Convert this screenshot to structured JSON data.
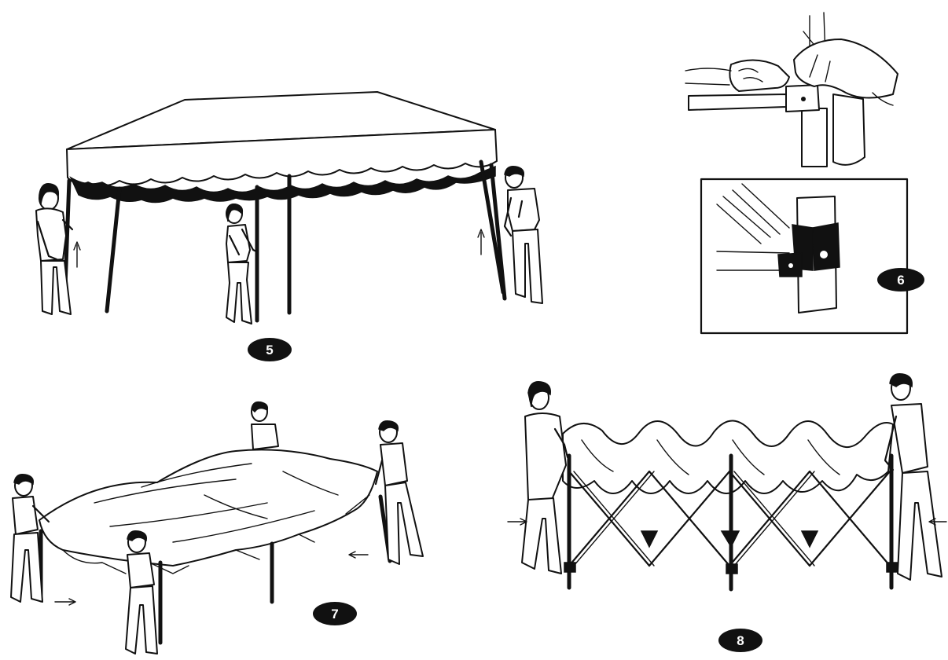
{
  "steps": [
    {
      "id": "step-5",
      "number": "5"
    },
    {
      "id": "step-6",
      "number": "6"
    },
    {
      "id": "step-7",
      "number": "7"
    },
    {
      "id": "step-8",
      "number": "8"
    }
  ],
  "colors": {
    "ink": "#111111",
    "paper": "#ffffff"
  },
  "icons": [
    "arrow-up-icon",
    "arrow-left-icon",
    "arrow-right-icon",
    "step-badge-icon"
  ]
}
